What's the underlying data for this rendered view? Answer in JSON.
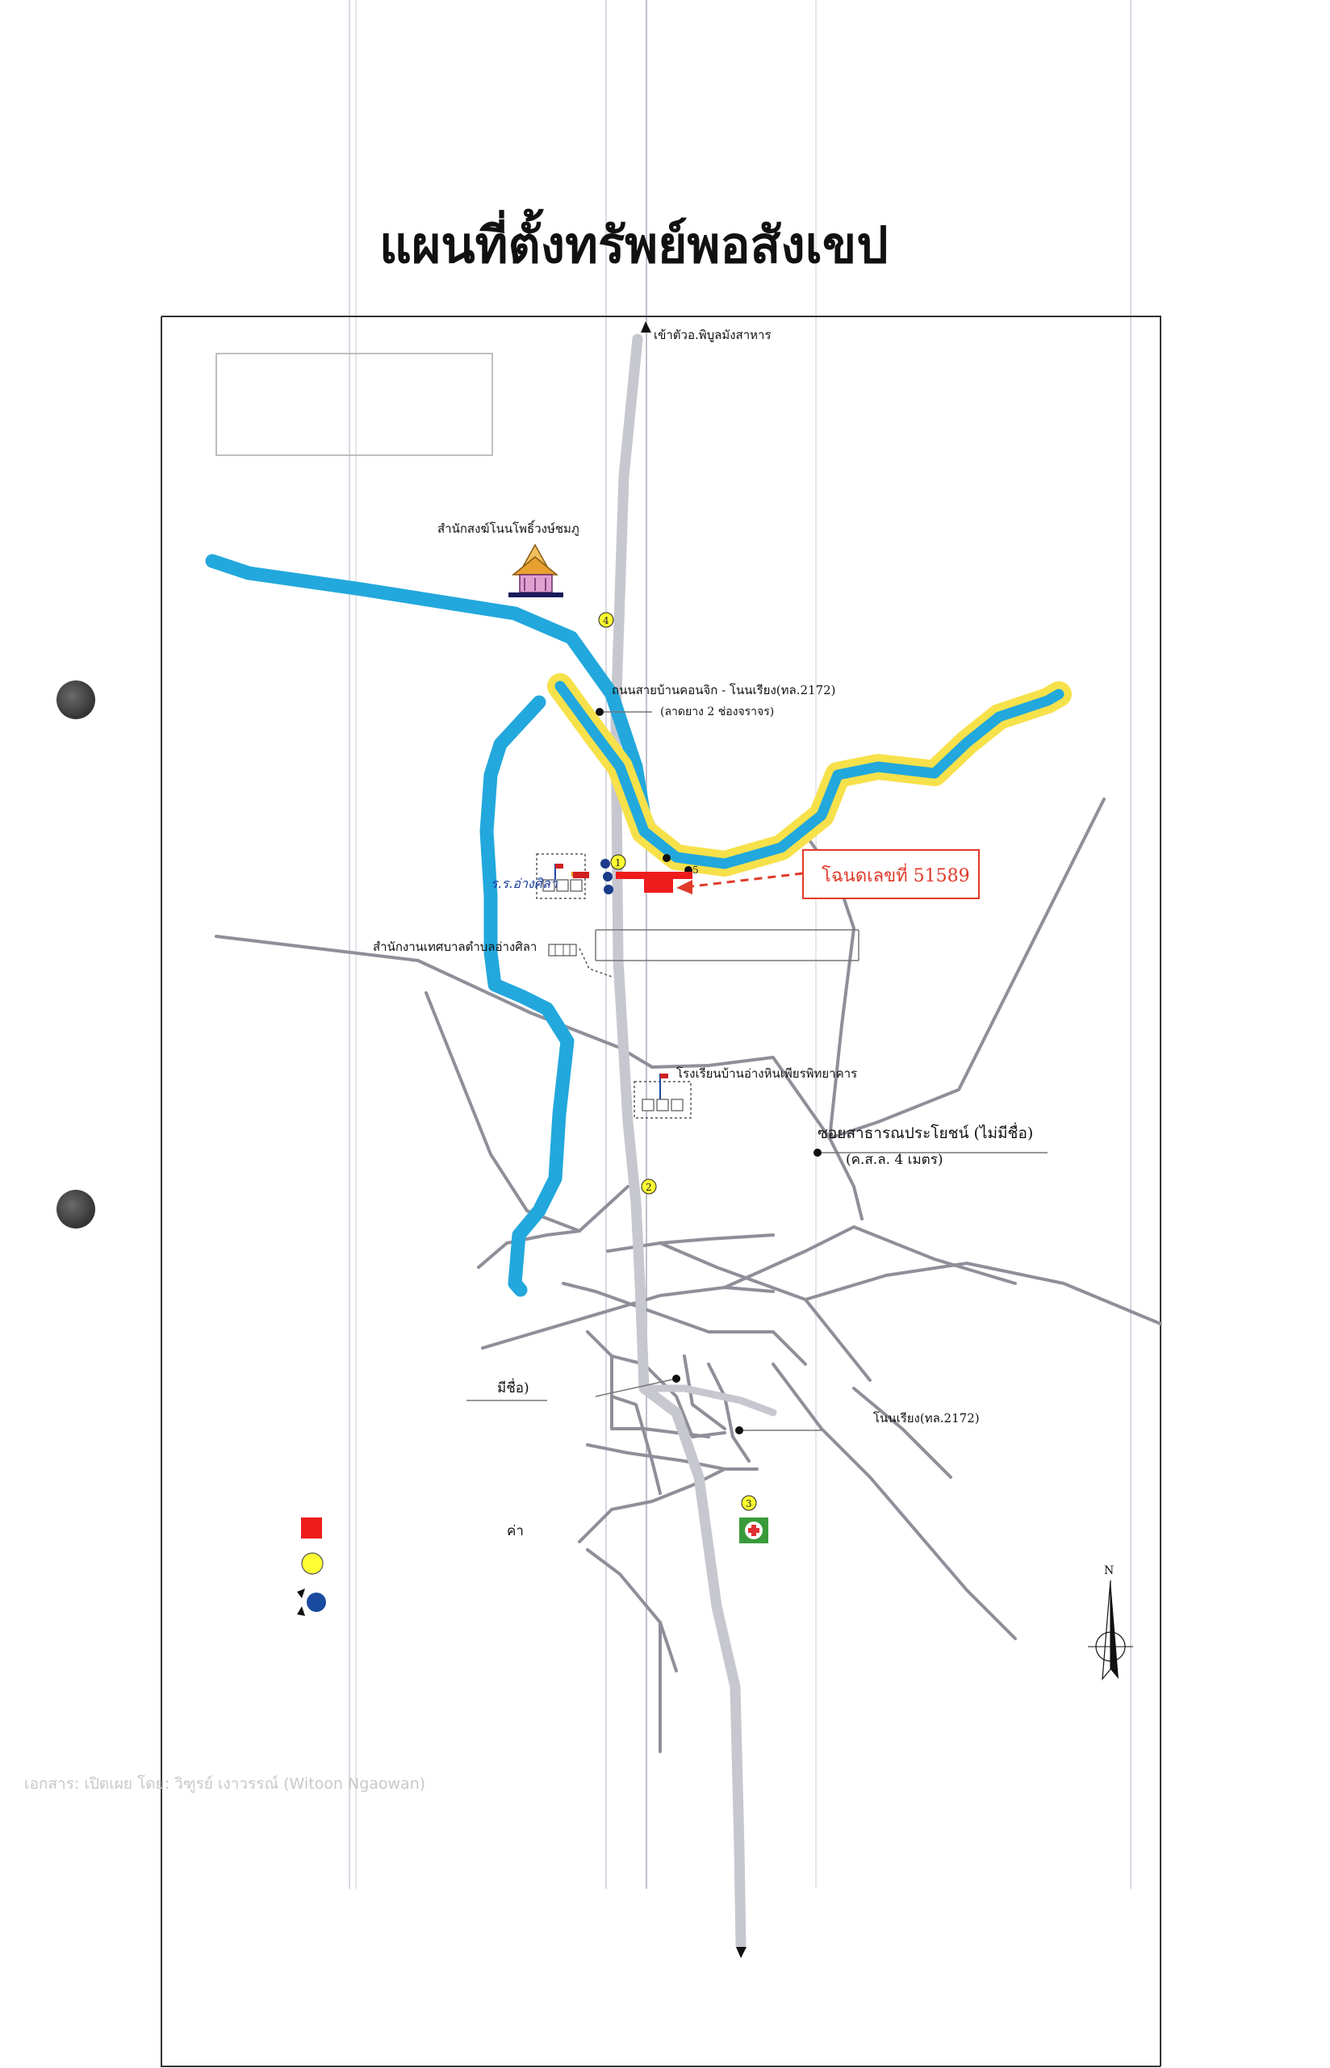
{
  "title": "แผนที่ตั้งทรัพย์พอสังเขป",
  "map": {
    "label_north_road": "เข้าตัวอ.พิบูลมังสาหาร",
    "label_temple": "สำนักสงฆ์โนนโพธิ์วงษ์ชมภู",
    "label_main_road": "ถนนสายบ้านคอนจิก - โนนเรียง(ทล.2172)",
    "label_main_road_spec": "(ลาดยาง 2 ช่องจราจร)",
    "label_school": "ร.ร.อ่างศิลา",
    "label_municipality": "สำนักงานเทศบาลตำบลอ่างศิลา",
    "label_high_school": "โรงเรียนบ้านอ่างหินเพียรพิทยาคาร",
    "label_soi": "ซอยสาธารณประโยชน์ (ไม่มีชื่อ)",
    "label_soi_spec": "(ค.ส.ล. 4 เมตร)",
    "label_left_partial": "มีชื่อ)",
    "label_south_road": "โนนเรียง(ทล.2172)",
    "label_legend_partial": "ค่า",
    "label_north": "N",
    "marker_1": "1",
    "marker_2": "2",
    "marker_3": "3",
    "marker_4": "4",
    "marker_5": "5",
    "callout_label": "โฉนดเลขที่ 51589"
  },
  "colors": {
    "river": "#22a8dc",
    "canal_glow": "#f7e14a",
    "road": "#c7c7d0",
    "minor_road": "#8f8f9a",
    "property": "#ee1c1c",
    "marker": "#ffff33",
    "callout": "#e03a2a"
  },
  "watermark": "เอกสาร: เปิดเผย โดย: วิฑูรย์ เงาวรรณ์ (Witoon Ngaowan)"
}
